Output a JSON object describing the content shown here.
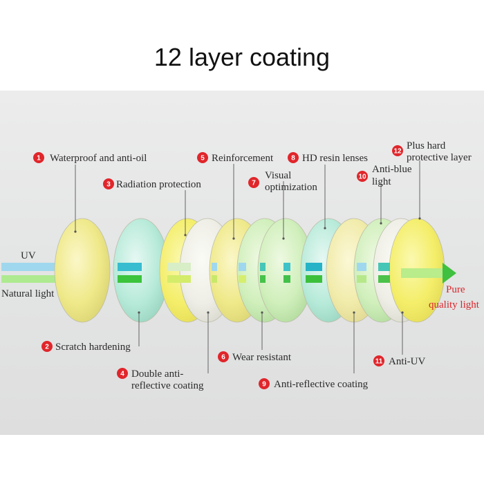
{
  "title": "12 layer coating",
  "light_labels": {
    "uv": "UV",
    "natural": "Natural light",
    "pure_line1": "Pure",
    "pure_line2": "quality light"
  },
  "layers": [
    {
      "num": "1",
      "line1": "Waterproof and anti-oil",
      "line2": ""
    },
    {
      "num": "2",
      "line1": "Scratch hardening",
      "line2": ""
    },
    {
      "num": "3",
      "line1": "Radiation protection",
      "line2": ""
    },
    {
      "num": "4",
      "line1": "Double anti-",
      "line2": "reflective coating"
    },
    {
      "num": "5",
      "line1": "Reinforcement",
      "line2": ""
    },
    {
      "num": "6",
      "line1": "Wear resistant",
      "line2": ""
    },
    {
      "num": "7",
      "line1": "Visual",
      "line2": "optimization"
    },
    {
      "num": "8",
      "line1": "HD resin lenses",
      "line2": ""
    },
    {
      "num": "9",
      "line1": "Anti-reflective coating",
      "line2": ""
    },
    {
      "num": "10",
      "line1": "Anti-blue",
      "line2": "light"
    },
    {
      "num": "11",
      "line1": "Anti-UV",
      "line2": ""
    },
    {
      "num": "12",
      "line1": "Plus hard",
      "line2": "protective layer"
    }
  ],
  "colors": {
    "badge": "#e0262b",
    "pure_text": "#d8262b",
    "arrow": "#3fc03f",
    "uv_beam": "#9fd8ee",
    "natural_beam": "#aeea90"
  }
}
